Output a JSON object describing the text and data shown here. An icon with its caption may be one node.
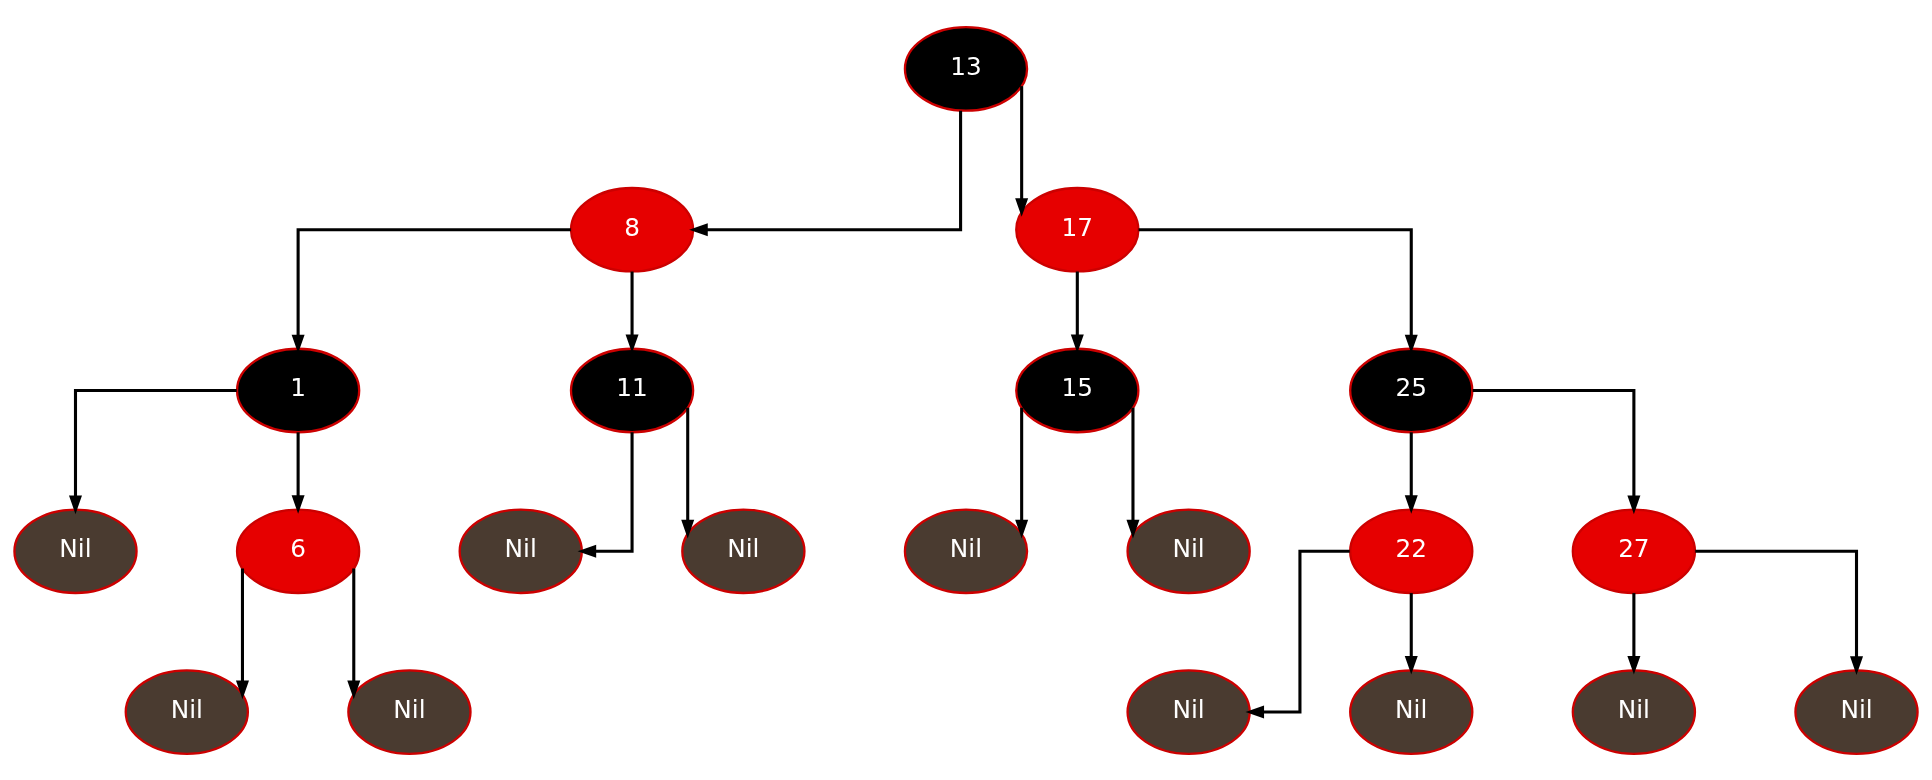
{
  "diagram": {
    "nodes": [
      {
        "text": [
          "13"
        ]
      },
      {
        "text": [
          "8"
        ]
      },
      {
        "text": [
          "17"
        ]
      },
      {
        "text": [
          "1"
        ]
      },
      {
        "text": [
          "11"
        ]
      },
      {
        "text": [
          "15"
        ]
      },
      {
        "text": [
          "25"
        ]
      },
      {
        "text": [
          "Nil"
        ]
      },
      {
        "text": [
          "6"
        ]
      },
      {
        "text": [
          "Nil"
        ]
      },
      {
        "text": [
          "Nil"
        ]
      },
      {
        "text": [
          "Nil"
        ]
      },
      {
        "text": [
          "Nil"
        ]
      },
      {
        "text": [
          "22"
        ]
      },
      {
        "text": [
          "27"
        ]
      },
      {
        "text": [
          "Nil"
        ]
      },
      {
        "text": [
          "Nil"
        ]
      },
      {
        "text": [
          "Nil"
        ]
      },
      {
        "text": [
          "Nil"
        ]
      },
      {
        "text": [
          "Nil"
        ]
      },
      {
        "text": [
          "Nil"
        ]
      }
    ],
    "edges": [
      {
        "from": 0,
        "to": 1,
        "arrow": "to"
      },
      {
        "from": 0,
        "to": 2,
        "arrow": "to"
      },
      {
        "from": 1,
        "to": 3,
        "arrow": "to"
      },
      {
        "from": 1,
        "to": 4,
        "arrow": "to"
      },
      {
        "from": 2,
        "to": 5,
        "arrow": "to"
      },
      {
        "from": 2,
        "to": 6,
        "arrow": "to"
      },
      {
        "from": 3,
        "to": 7,
        "arrow": "to"
      },
      {
        "from": 3,
        "to": 8,
        "arrow": "to"
      },
      {
        "from": 4,
        "to": 9,
        "arrow": "to"
      },
      {
        "from": 4,
        "to": 10,
        "arrow": "to"
      },
      {
        "from": 5,
        "to": 11,
        "arrow": "to"
      },
      {
        "from": 5,
        "to": 12,
        "arrow": "to"
      },
      {
        "from": 6,
        "to": 13,
        "arrow": "to"
      },
      {
        "from": 6,
        "to": 14,
        "arrow": "to"
      },
      {
        "from": 8,
        "to": 15,
        "arrow": "to"
      },
      {
        "from": 8,
        "to": 16,
        "arrow": "to"
      },
      {
        "from": 13,
        "to": 17,
        "arrow": "to"
      },
      {
        "from": 13,
        "to": 18,
        "arrow": "to"
      },
      {
        "from": 14,
        "to": 19,
        "arrow": "to"
      },
      {
        "from": 14,
        "to": 20,
        "arrow": "to"
      }
    ]
  }
}
